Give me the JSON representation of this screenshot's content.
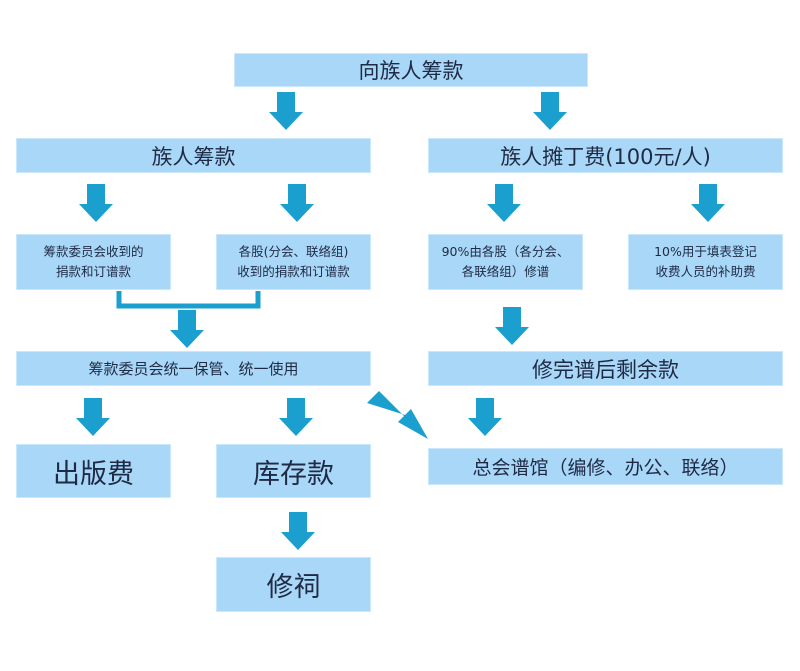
{
  "top": "向族人筹款",
  "left_header": "族人筹款",
  "right_header": "族人摊丁费(100元/人)",
  "l1_line1": "筹款委员会收到的",
  "l1_line2": "捐款和订谱款",
  "l2_line1": "各股(分会、联络组)",
  "l2_line2": "收到的捐款和订谱款",
  "r1_line1": "90%由各股（各分会、",
  "r1_line2": "各联络组）修谱",
  "r2_line1": "10%用于填表登记",
  "r2_line2": "收费人员的补助费",
  "committee": "筹款委员会统一保管、统一使用",
  "remainder": "修完谱后剩余款",
  "publishing": "出版费",
  "stock": "库存款",
  "general_hall": "总会谱馆（编修、办公、联络）",
  "ancestral": "修祠",
  "colors": {
    "box_fill": "#a9d7f8",
    "arrow": "#1a9fcf"
  }
}
